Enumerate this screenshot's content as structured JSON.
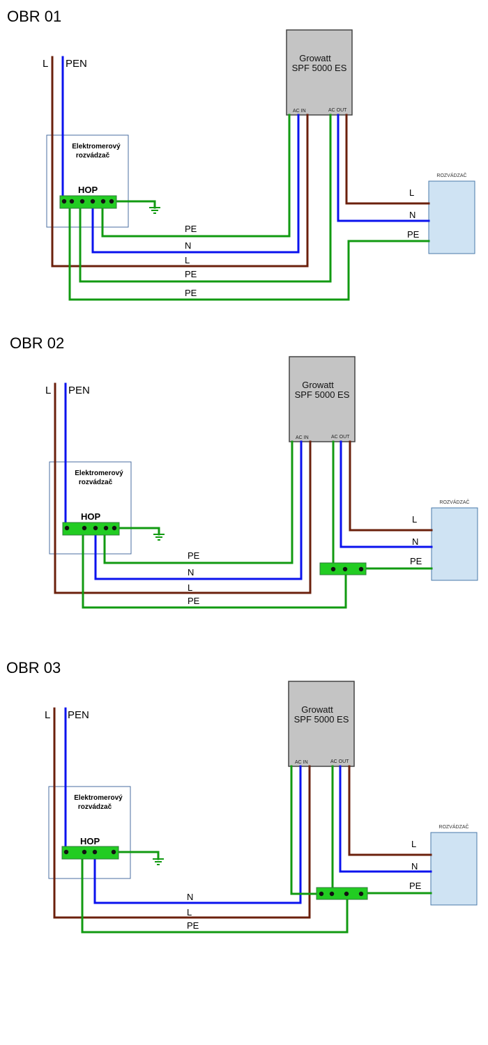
{
  "colors": {
    "L": "#6b200c",
    "N": "#0a12ee",
    "PE": "#119a11",
    "terminal_bar": "#22cc22",
    "inverter_box": "#c4c4c4",
    "distribution_box": "#cfe3f3"
  },
  "diagrams": [
    {
      "title": "OBR 01",
      "supply_labels": {
        "L": "L",
        "PEN": "PEN"
      },
      "meter_box": {
        "line1": "Elektromerový",
        "line2": "rozvádzač"
      },
      "hop_label": "HOP",
      "inverter": {
        "line1": "Growatt",
        "line2": "SPF 5000 ES",
        "ac_in": "AC IN",
        "ac_out": "AC OUT"
      },
      "distribution_box": {
        "label": "ROZVÁDZAČ"
      },
      "output_wire_labels": [
        "L",
        "N",
        "PE"
      ],
      "input_wire_labels": [
        "PE",
        "N",
        "L",
        "PE",
        "PE"
      ]
    },
    {
      "title": "OBR 02",
      "supply_labels": {
        "L": "L",
        "PEN": "PEN"
      },
      "meter_box": {
        "line1": "Elektromerový",
        "line2": "rozvádzač"
      },
      "hop_label": "HOP",
      "inverter": {
        "line1": "Growatt",
        "line2": "SPF 5000 ES",
        "ac_in": "AC IN",
        "ac_out": "AC OUT"
      },
      "distribution_box": {
        "label": "ROZVÁDZAČ"
      },
      "output_wire_labels": [
        "L",
        "N",
        "PE"
      ],
      "input_wire_labels": [
        "PE",
        "N",
        "L",
        "PE"
      ]
    },
    {
      "title": "OBR 03",
      "supply_labels": {
        "L": "L",
        "PEN": "PEN"
      },
      "meter_box": {
        "line1": "Elektromerový",
        "line2": "rozvádzač"
      },
      "hop_label": "HOP",
      "inverter": {
        "line1": "Growatt",
        "line2": "SPF 5000 ES",
        "ac_in": "AC IN",
        "ac_out": "AC OUT"
      },
      "distribution_box": {
        "label": "ROZVÁDZAČ"
      },
      "output_wire_labels": [
        "L",
        "N",
        "PE"
      ],
      "input_wire_labels": [
        "N",
        "L",
        "PE"
      ]
    }
  ]
}
